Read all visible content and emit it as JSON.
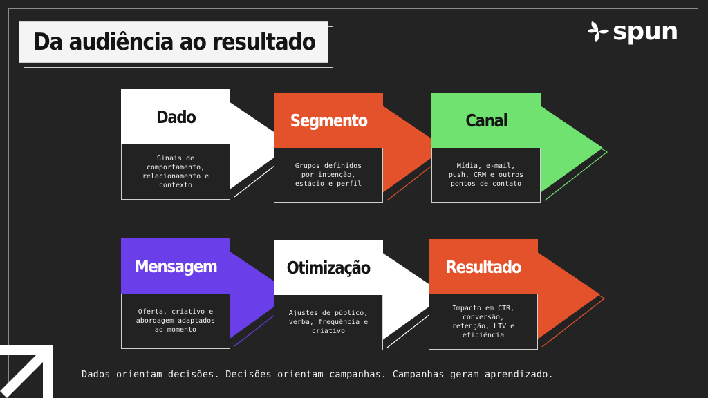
{
  "title": "Da audiência ao resultado",
  "logo": {
    "text": "spun",
    "icon": "spun-leaf-icon"
  },
  "stages": [
    {
      "label": "Dado",
      "desc": "Sinais de\ncomportamento,\nrelacionamento e\ncontexto",
      "head_bg": "#ffffff",
      "head_color": "#141414",
      "arrow_color": "#ffffff"
    },
    {
      "label": "Segmento",
      "desc": "Grupos definidos\npor intenção,\nestágio e perfil",
      "head_bg": "#e4522c",
      "head_color": "#ffffff",
      "arrow_color": "#e4522c"
    },
    {
      "label": "Canal",
      "desc": "Mídia, e-mail,\npush, CRM e outros\npontos de contato",
      "head_bg": "#6fe26f",
      "head_color": "#141414",
      "arrow_color": "#6fe26f"
    },
    {
      "label": "Mensagem",
      "desc": "Oferta, criativo e\nabordagem adaptados\nao momento",
      "head_bg": "#6a3ee8",
      "head_color": "#ffffff",
      "arrow_color": "#6a3ee8"
    },
    {
      "label": "Otimização",
      "desc": "Ajustes de público,\nverba, frequência e\ncriativo",
      "head_bg": "#ffffff",
      "head_color": "#141414",
      "arrow_color": "#ffffff"
    },
    {
      "label": "Resultado",
      "desc": "Impacto em CTR,\nconversão,\nretenção, LTV e\neficiência",
      "head_bg": "#e4522c",
      "head_color": "#ffffff",
      "arrow_color": "#e4522c"
    }
  ],
  "footer": "Dados orientam decisões. Decisões orientam campanhas. Campanhas geram aprendizado."
}
